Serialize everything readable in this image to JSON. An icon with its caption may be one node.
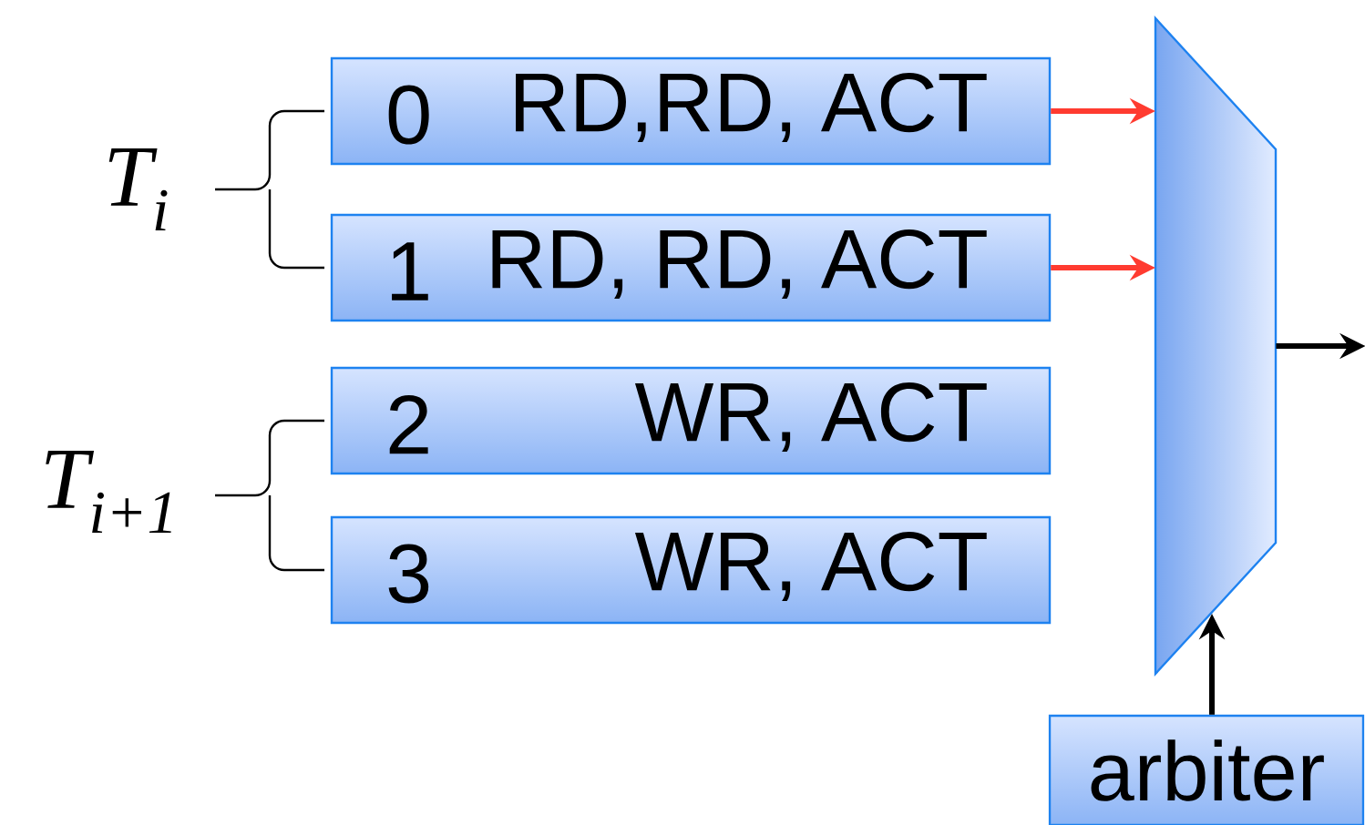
{
  "diagram": {
    "nodes": [
      {
        "text": [
          "0",
          "RD,RD, ACT"
        ]
      },
      {
        "text": [
          "1",
          "RD, RD, ACT"
        ]
      },
      {
        "text": [
          "2",
          "WR, ACT"
        ]
      },
      {
        "text": [
          "3",
          "WR, ACT"
        ]
      },
      {
        "text": [],
        "shape": "trapezoid"
      },
      {
        "text": [
          "arbiter"
        ]
      }
    ],
    "edges": [
      {
        "from": 0,
        "to": 4,
        "arrow": "to",
        "color": "#ff3b30"
      },
      {
        "from": 1,
        "to": 4,
        "arrow": "to",
        "color": "#ff3b30"
      },
      {
        "from": 5,
        "to": 4,
        "arrow": "to",
        "color": "#000000"
      },
      {
        "from": 4,
        "to": null,
        "arrow": "to",
        "color": "#000000"
      }
    ],
    "labels": [
      "T$_{i}$",
      "T$_{i+1}$"
    ]
  }
}
